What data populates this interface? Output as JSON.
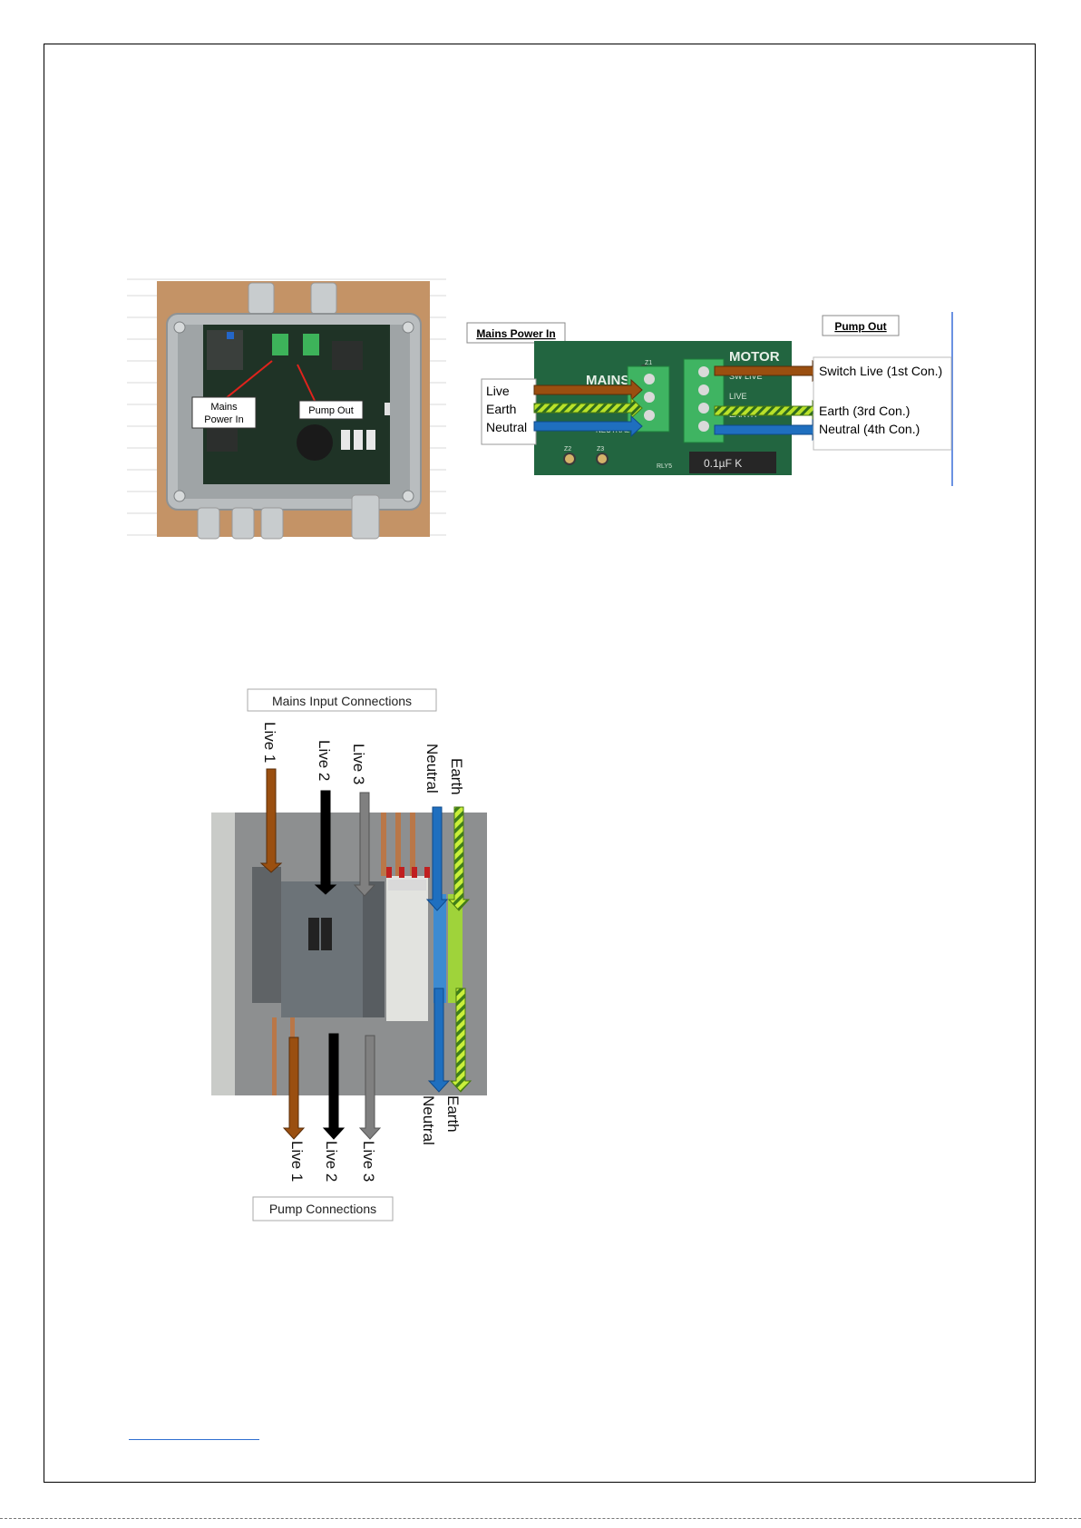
{
  "figure1": {
    "label_mains": "Mains Power In",
    "label_mains_line1": "Mains",
    "label_mains_line2": "Power In",
    "label_pump": "Pump Out"
  },
  "figure2": {
    "heading_mains": "Mains Power In",
    "heading_pump": "Pump Out",
    "inputs": [
      "Live",
      "Earth",
      "Neutral"
    ],
    "outputs": [
      "Switch Live (1st Con.)",
      "Earth (3rd Con.)",
      "Neutral (4th Con.)"
    ],
    "board_text": {
      "mains": "MAINS IN",
      "motor": "MOTOR",
      "sw_live": "SW LIVE",
      "live": "LIVE",
      "earth": "EARTH",
      "neutral": "NEUTRAL",
      "z1": "Z1",
      "z2": "Z2",
      "z3": "Z3",
      "rly5": "RLY5",
      "cap": "0.1µF K"
    }
  },
  "figure3": {
    "title_top": "Mains Input Connections",
    "title_bottom": "Pump Connections",
    "top_labels": [
      "Live 1",
      "Live 2",
      "Live 3",
      "Neutral",
      "Earth"
    ],
    "bottom_labels": [
      "Live 1",
      "Live 2",
      "Live 3",
      "Neutral",
      "Earth"
    ]
  },
  "colors": {
    "live": "#9a4f10",
    "neutral": "#1f6fbf",
    "earth": "#b9e22a",
    "live2": "#000000",
    "live3": "#808080"
  }
}
